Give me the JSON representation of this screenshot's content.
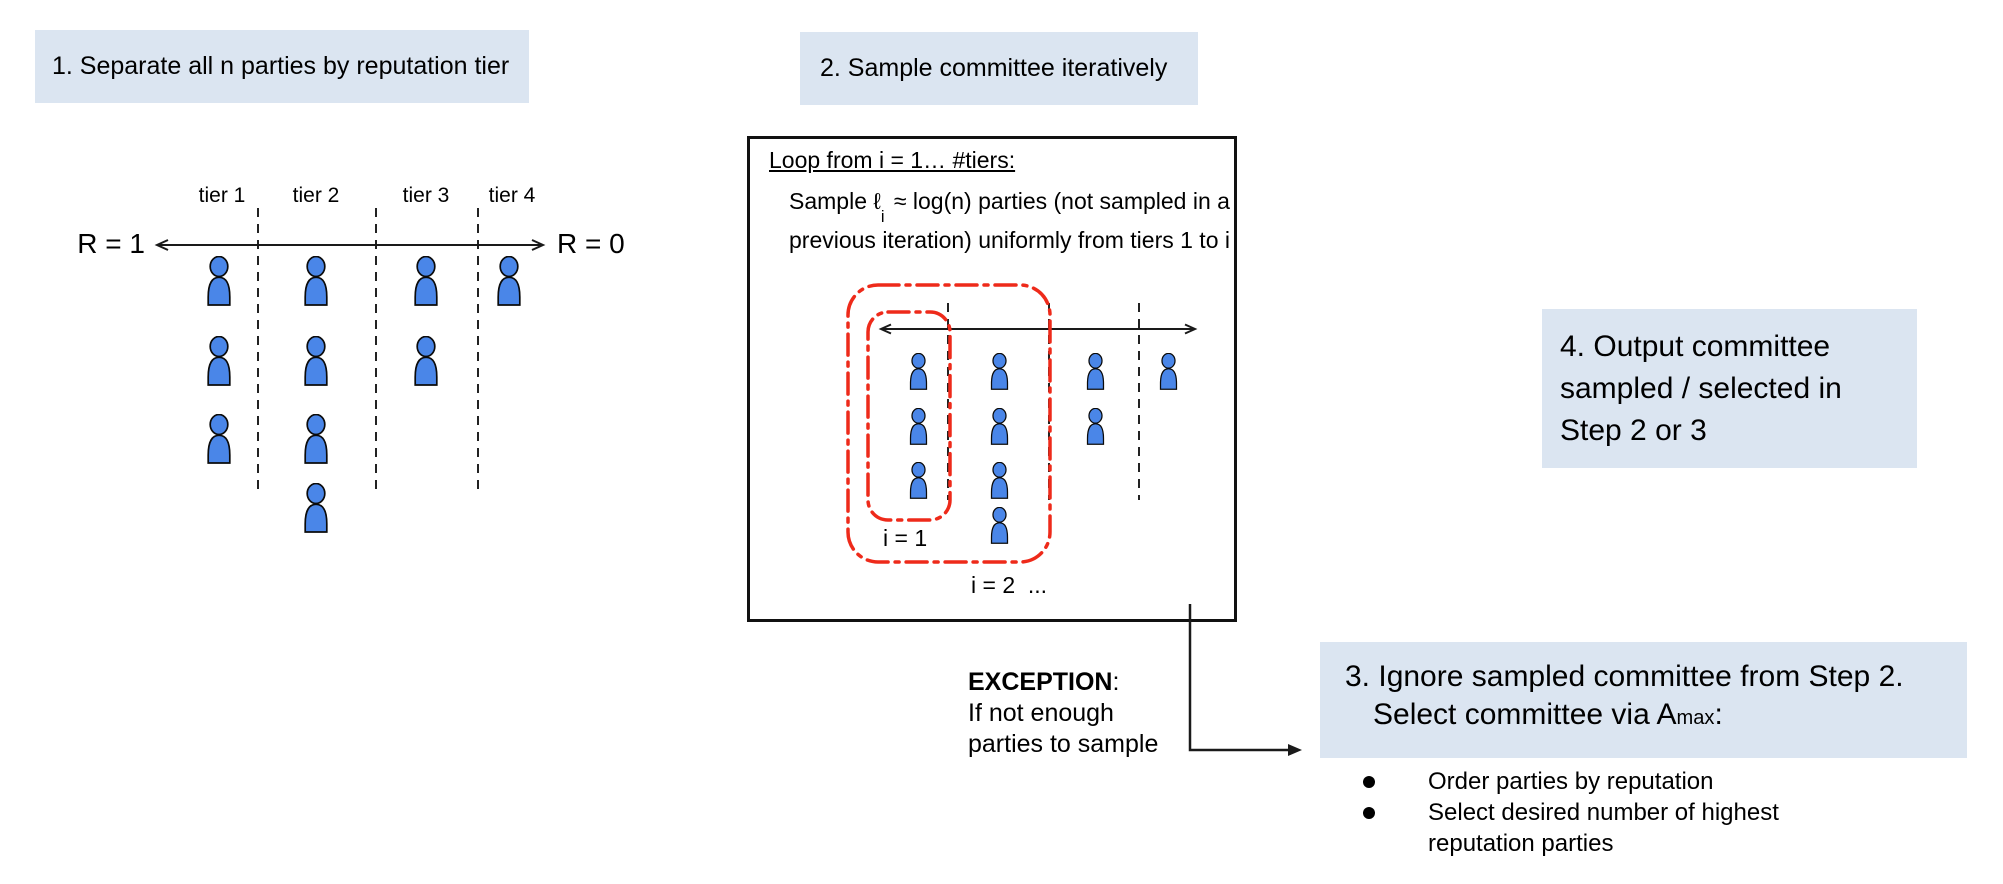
{
  "steps": {
    "step1": {
      "label": "1. Separate all n parties by reputation tier"
    },
    "step2": {
      "label": "2. Sample committee iteratively"
    },
    "step3": {
      "line1": "3. Ignore sampled committee from Step 2.",
      "line2_prefix": "Select committee via A",
      "line2_sub": "max",
      "line2_suffix": ":"
    },
    "step4": {
      "line1": "4. Output committee",
      "line2": "sampled / selected in",
      "line3": "Step 2 or 3"
    }
  },
  "tier_diagram": {
    "axis_left_label": "R = 1",
    "axis_right_label": "R = 0",
    "tiers": [
      {
        "label": "tier 1",
        "count": 3
      },
      {
        "label": "tier 2",
        "count": 4
      },
      {
        "label": "tier 3",
        "count": 2
      },
      {
        "label": "tier 4",
        "count": 1
      }
    ]
  },
  "loop_box": {
    "title": "Loop from i = 1… #tiers:",
    "body_prefix": "Sample ",
    "body_ell": "ℓ",
    "body_sub": "i",
    "body_line1_rest": " ≈ log(n) parties (not sampled in a",
    "body_line2": "previous iteration) uniformly from tiers 1 to i",
    "iter1_label": "i = 1",
    "iter2_label": "i = 2  ...",
    "mini_tiers": [
      3,
      4,
      2,
      1
    ]
  },
  "exception": {
    "bold": "EXCEPTION",
    "colon": ":",
    "line2": "If not enough",
    "line3": "parties to sample"
  },
  "bullets": [
    "Order parties by reputation",
    "Select desired number of highest reputation parties"
  ],
  "colors": {
    "highlight": "#dbe5f1",
    "person_fill": "#4a86e8",
    "person_stroke": "#0b0b0b",
    "red": "#ee2a1a",
    "line": "#1a1a1a"
  }
}
